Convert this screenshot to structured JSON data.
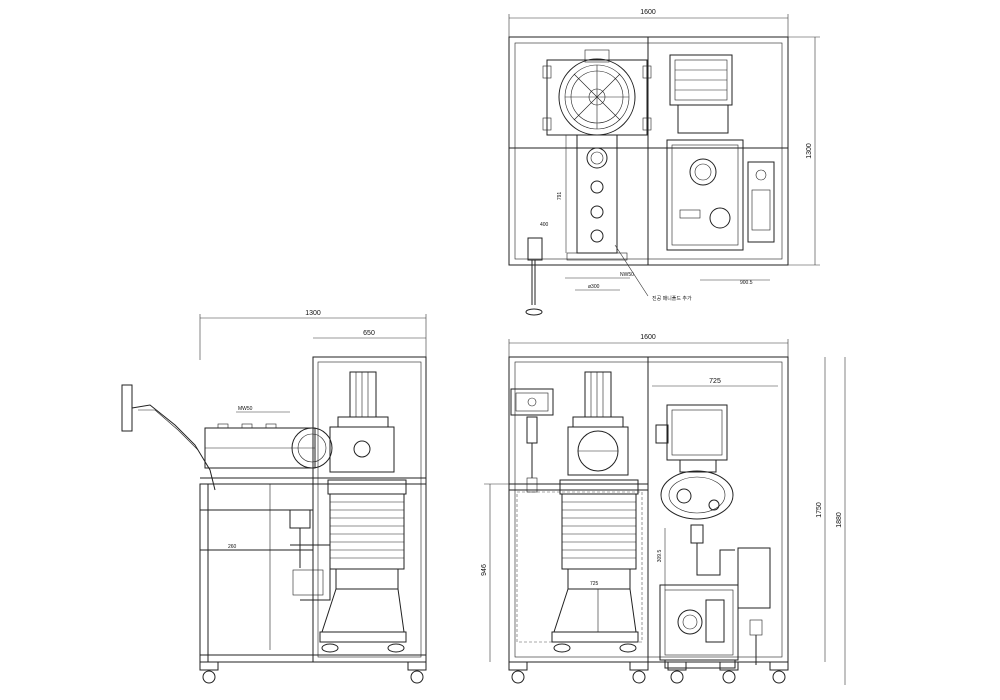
{
  "top_view": {
    "width_dim": "1600",
    "depth_dim": "1300",
    "height_791": "791",
    "nw50": "NW50",
    "phi300": "ø300",
    "small_dim": "400",
    "note": "진공 매니폴드 추가",
    "right_small": "900.5"
  },
  "side_view": {
    "width_dim": "1300",
    "sub_dim": "650",
    "mw50": "MW50",
    "small_dim": "260"
  },
  "front_view": {
    "width_dim": "1600",
    "sub_dim": "725",
    "h_1750": "1750",
    "h_1880": "1880",
    "h_946": "946",
    "h_309": "309.5",
    "center_725": "725",
    "small_dim": "725"
  }
}
